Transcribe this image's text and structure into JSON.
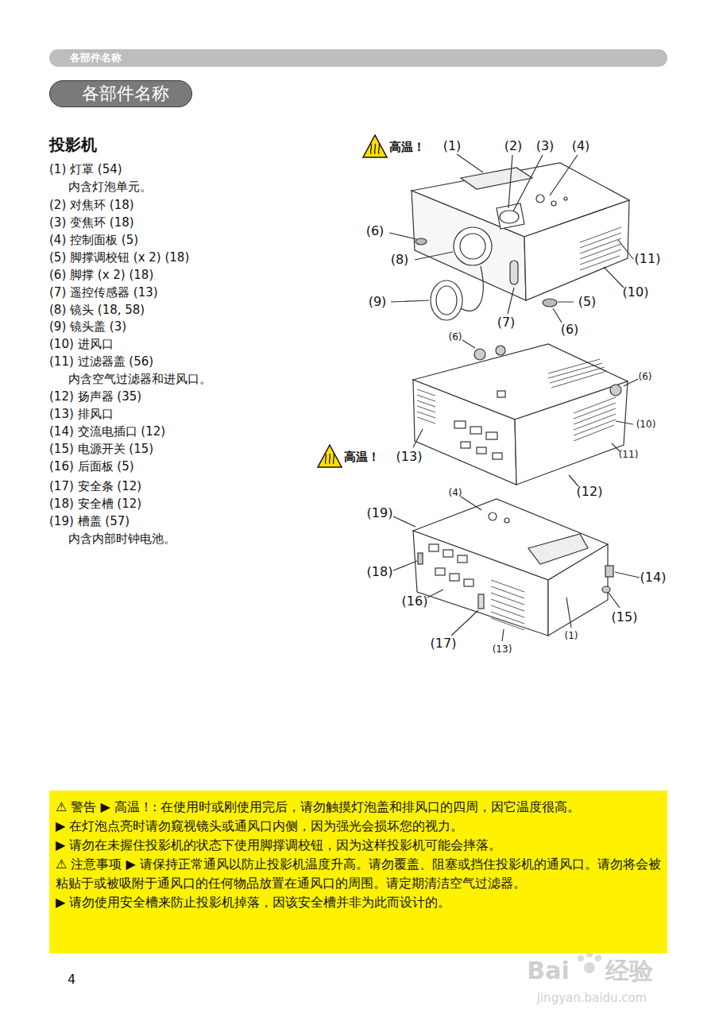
{
  "diagram": {
    "nodes": [
      {
        "text": [
          "各部件名称"
        ]
      },
      {
        "text": [
          "各部件名称"
        ]
      },
      {
        "text": [
          "⚠ 警告 ▶ 高温！: 在使用时或刚使用完后，请勿触摸灯泡盖和排风口的四周，因它温度很高。",
          "▶ 在灯泡点亮时请勿窥视镜头或通风口内侧，因为强光会损坏您的视力。",
          "▶ 请勿在未握住投影机的状态下使用脚撑调校钮，因为这样投影机可能会摔落。",
          "⚠ 注意事项 ▶ 请保持正常通风以防止投影机温度升高。请勿覆盖、阻塞或挡住投影机的通风口。请勿将会被粘贴于或被吸附于通风口的任何物品放置在通风口的周围。请定期清洁空气过滤器。",
          "▶ 请勿使用安全槽来防止投影机掉落，因该安全槽并非为此而设计的。"
        ]
      }
    ],
    "labels": [
      "投影机",
      "(1) 灯罩 (54)",
      "内含灯泡单元。",
      "(2) 对焦环 (18)",
      "(3) 变焦环 (18)",
      "(4) 控制面板 (5)",
      "(5) 脚撑调校钮 (x 2) (18)",
      "(6) 脚撑 (x 2) (18)",
      "(7) 遥控传感器 (13)",
      "(8) 镜头 (18, 58)",
      "(9) 镜头盖 (3)",
      "(10) 进风口",
      "(11) 过滤器盖 (56)",
      "内含空气过滤器和进风口。",
      "(12) 扬声器 (35)",
      "(13) 排风口",
      "(14) 交流电插口 (12)",
      "(15) 电源开关 (15)",
      "(16) 后面板 (5)",
      "(17) 安全条 (12)",
      "(18) 安全槽 (12)",
      "(19) 槽盖 (57)",
      "内含内部时钟电池。",
      "高温！",
      "(1)",
      "(2)",
      "(3)",
      "(4)",
      "(6)",
      "(8)",
      "(11)",
      "(10)",
      "(9)",
      "(5)",
      "(7)",
      "(6)",
      "(6)",
      "(6)",
      "(10)",
      "高温！",
      "(13)",
      "(11)",
      "(12)",
      "(4)",
      "(19)",
      "(18)",
      "(14)",
      "(16)",
      "(15)",
      "(1)",
      "(17)",
      "(13)",
      "4",
      "Bai",
      "经验",
      "jingyan.baidu.com"
    ]
  }
}
